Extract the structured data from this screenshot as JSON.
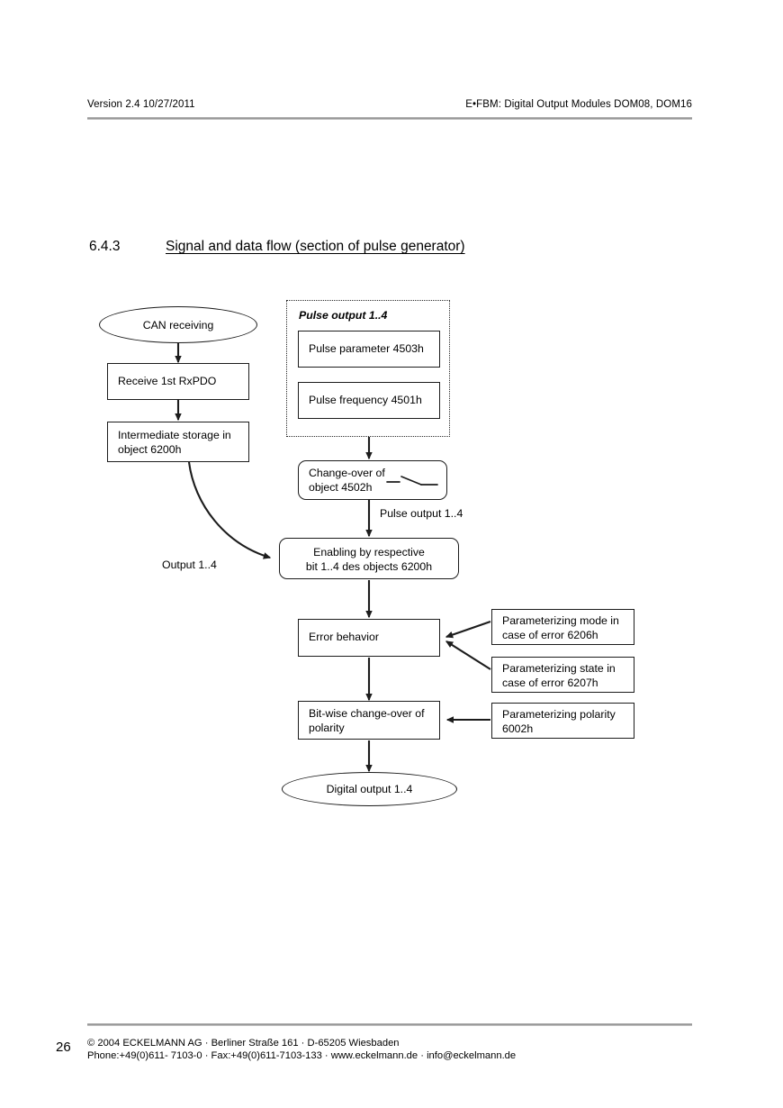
{
  "header": {
    "left": "Version 2.4  10/27/2011",
    "right": "E•FBM: Digital Output Modules DOM08, DOM16"
  },
  "heading": {
    "number": "6.4.3",
    "title": "Signal and data flow (section of pulse generator)"
  },
  "diagram": {
    "group_title": "Pulse output 1..4",
    "nodes": {
      "can_receiving": "CAN receiving",
      "receive_rxpdo": "Receive 1st RxPDO",
      "intermediate_storage_l1": "Intermediate storage in",
      "intermediate_storage_l2": "object 6200h",
      "pulse_parameter": "Pulse parameter 4503h",
      "pulse_frequency": "Pulse frequency 4501h",
      "change_over_l1": "Change-over of",
      "change_over_l2": "object 4502h",
      "enabling_l1": "Enabling by respective",
      "enabling_l2": "bit 1..4 des objects 6200h",
      "error_behavior": "Error behavior",
      "bitwise_l1": "Bit-wise change-over of",
      "bitwise_l2": "polarity",
      "param_mode_l1": "Parameterizing mode in",
      "param_mode_l2": "case of error 6206h",
      "param_state_l1": "Parameterizing state in",
      "param_state_l2": "case of error 6207h",
      "param_polarity_l1": "Parameterizing polarity",
      "param_polarity_l2": "6002h",
      "digital_output": "Digital output 1..4"
    },
    "edge_labels": {
      "pulse_output": "Pulse output 1..4",
      "output": "Output 1..4"
    },
    "colors": {
      "stroke": "#1c1c1c",
      "fill": "#ffffff",
      "rule": "#8d8d8d"
    }
  },
  "footer": {
    "page": "26",
    "line1": "©  2004 ECKELMANN AG · Berliner Straße 161 · D-65205 Wiesbaden",
    "line2": "Phone:+49(0)611- 7103-0 · Fax:+49(0)611-7103-133 · www.eckelmann.de · info@eckelmann.de"
  }
}
